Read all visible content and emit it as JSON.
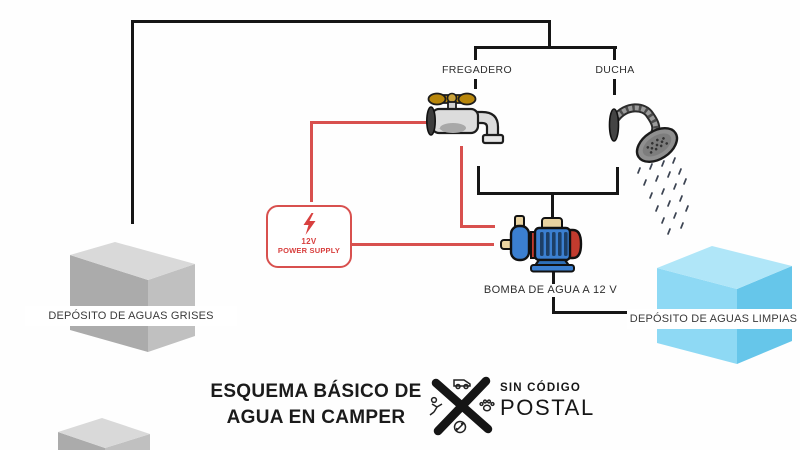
{
  "title": {
    "line1": "ESQUEMA BÁSICO DE",
    "line2": "AGUA EN CAMPER"
  },
  "labels": {
    "fregadero": "FREGADERO",
    "ducha": "DUCHA",
    "pump": "BOMBA DE AGUA A 12 V",
    "gray_tank": "DEPÓSITO DE AGUAS GRISES",
    "clean_tank": "DEPÓSITO DE AGUAS LIMPIAS"
  },
  "power_supply": {
    "voltage": "12V",
    "name": "POWER SUPPLY"
  },
  "logo": {
    "line1": "SIN CÓDIGO",
    "line2": "POSTAL"
  },
  "icons": {
    "faucet": "faucet-icon",
    "shower": "shower-head-icon",
    "pump": "water-pump-icon",
    "bolt": "lightning-bolt-icon",
    "brand": "x-cross-logo with van, climber, paw and compass glyphs"
  },
  "colors": {
    "wire_red": "#d8504e",
    "psu_red": "#d8403f",
    "pipe_black": "#161616",
    "pump_blue": "#3b7fd0",
    "pump_base_blue": "#2e6fb8",
    "pump_stripe": "#1d3f66",
    "pump_red": "#c23b2e",
    "pump_tan": "#e9d3a1",
    "faucet_body": "#dcdcdc",
    "faucet_handle": "#b8860b",
    "gray_tank_top": "#d9d9d9",
    "gray_tank_front": "#ababab",
    "gray_tank_side": "#c0c0c0",
    "blue_tank_top": "#b0e6f8",
    "blue_tank_front": "#8ed9f4",
    "blue_tank_side": "#66c6ea"
  }
}
